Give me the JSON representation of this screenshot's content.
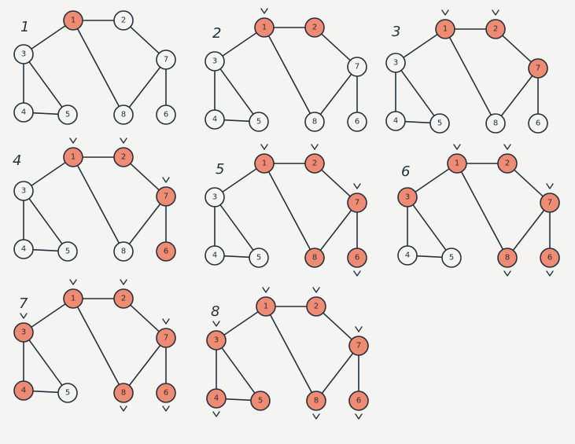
{
  "colors": {
    "ink": "#26313a",
    "visited_fill": "#ef8a73",
    "unvisited_fill": "#f4f5f2",
    "background": "#f4f5f2"
  },
  "graph": {
    "node_labels": [
      "1",
      "2",
      "3",
      "4",
      "5",
      "6",
      "7",
      "8"
    ],
    "edges": [
      [
        "1",
        "2"
      ],
      [
        "1",
        "3"
      ],
      [
        "1",
        "8"
      ],
      [
        "2",
        "7"
      ],
      [
        "7",
        "8"
      ],
      [
        "7",
        "6"
      ],
      [
        "3",
        "4"
      ],
      [
        "3",
        "5"
      ],
      [
        "4",
        "5"
      ]
    ]
  },
  "steps": [
    {
      "label": "1",
      "visited": [
        "1"
      ],
      "checked": []
    },
    {
      "label": "2",
      "visited": [
        "1",
        "2"
      ],
      "checked": [
        "1"
      ]
    },
    {
      "label": "3",
      "visited": [
        "1",
        "2",
        "7"
      ],
      "checked": [
        "1",
        "2"
      ]
    },
    {
      "label": "4",
      "visited": [
        "1",
        "2",
        "7",
        "6"
      ],
      "checked": [
        "1",
        "2",
        "7"
      ]
    },
    {
      "label": "5",
      "visited": [
        "1",
        "2",
        "7",
        "6",
        "8"
      ],
      "checked": [
        "1",
        "2",
        "7",
        "6"
      ]
    },
    {
      "label": "6",
      "visited": [
        "1",
        "2",
        "7",
        "6",
        "8",
        "3"
      ],
      "checked": [
        "1",
        "2",
        "7",
        "6",
        "8"
      ]
    },
    {
      "label": "7",
      "visited": [
        "1",
        "2",
        "7",
        "6",
        "8",
        "3",
        "4"
      ],
      "checked": [
        "1",
        "2",
        "7",
        "6",
        "8",
        "3"
      ]
    },
    {
      "label": "8",
      "visited": [
        "1",
        "2",
        "7",
        "6",
        "8",
        "3",
        "4",
        "5"
      ],
      "checked": [
        "1",
        "2",
        "7",
        "6",
        "8",
        "3",
        "4"
      ]
    }
  ]
}
